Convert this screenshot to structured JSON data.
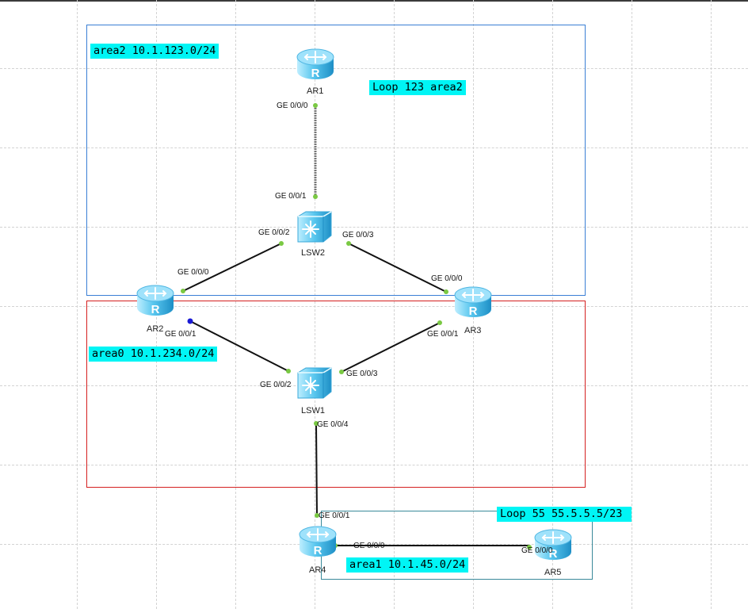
{
  "topology": {
    "areas": [
      {
        "id": "area2",
        "label": "area2 10.1.123.0/24",
        "color": "#3a7fd5"
      },
      {
        "id": "area0",
        "label": "area0 10.1.234.0/24",
        "color": "#d52020"
      },
      {
        "id": "area1",
        "label": "area1 10.1.45.0/24",
        "color": "#3a8a9a"
      }
    ],
    "annotations": {
      "loop123": "Loop 123 area2",
      "loop55": "Loop 55 55.5.5.5/23"
    },
    "devices": {
      "ar1": {
        "name": "AR1",
        "type": "router"
      },
      "ar2": {
        "name": "AR2",
        "type": "router"
      },
      "ar3": {
        "name": "AR3",
        "type": "router"
      },
      "ar4": {
        "name": "AR4",
        "type": "router"
      },
      "ar5": {
        "name": "AR5",
        "type": "router"
      },
      "lsw1": {
        "name": "LSW1",
        "type": "switch"
      },
      "lsw2": {
        "name": "LSW2",
        "type": "switch"
      }
    },
    "ports": {
      "ar1_g000": "GE 0/0/0",
      "lsw2_g001": "GE 0/0/1",
      "lsw2_g002": "GE 0/0/2",
      "lsw2_g003": "GE 0/0/3",
      "ar2_g000": "GE 0/0/0",
      "ar2_g001": "GE 0/0/1",
      "ar3_g000": "GE 0/0/0",
      "ar3_g001": "GE 0/0/1",
      "lsw1_g002": "GE 0/0/2",
      "lsw1_g003": "GE 0/0/3",
      "lsw1_g004": "GE 0/0/4",
      "ar4_g001": "GE 0/0/1",
      "ar4_g000": "GE 0/0/0",
      "ar5_g000": "GE 0/0/0"
    },
    "colors": {
      "port_up": "#7ac943",
      "port_blue": "#1a1ad5",
      "link": "#111111",
      "link_ar1": "#777777",
      "device_light": "#bdeeff",
      "device_mid": "#58c6ee",
      "device_dark": "#1e8fc6"
    }
  }
}
